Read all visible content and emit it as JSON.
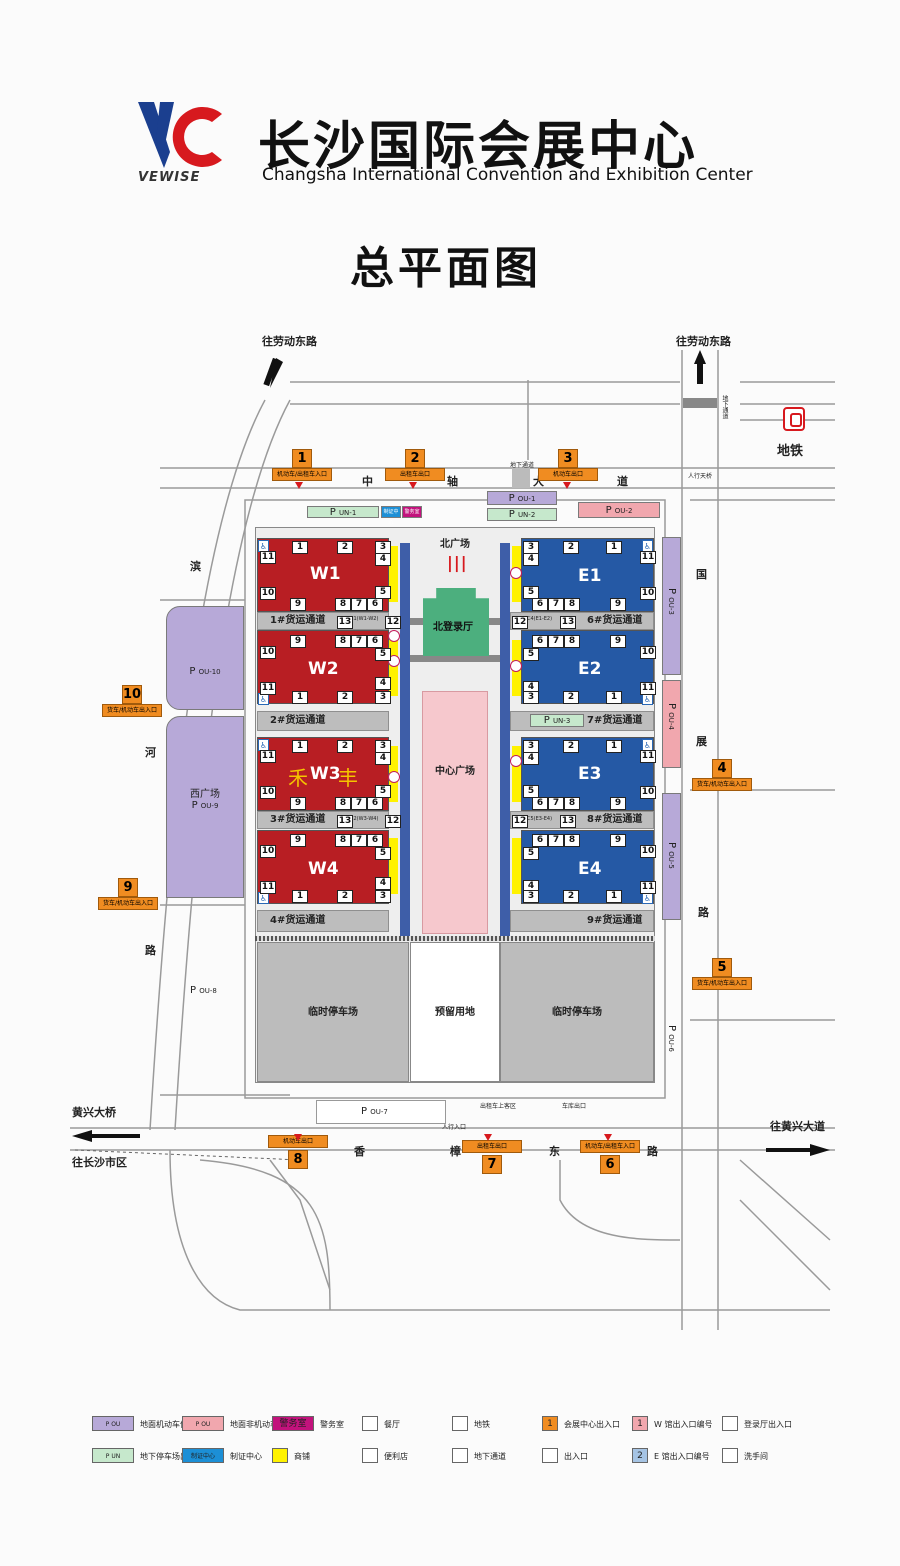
{
  "header": {
    "logo_text": "VEWISE",
    "title_cn": "长沙国际会展中心",
    "title_en": "Changsha International Convention and Exhibition Center",
    "subtitle": "总平面图"
  },
  "roads": {
    "north_left": "往劳动东路",
    "north_right": "往劳动东路",
    "zhongzhou": [
      "中",
      "轴",
      "大",
      "道"
    ],
    "binhe": [
      "滨",
      "河",
      "路"
    ],
    "guozhan": [
      "国",
      "展",
      "路"
    ],
    "xiangzhang": [
      "香",
      "樟",
      "东",
      "路"
    ],
    "huangxing_bridge": "黄兴大桥",
    "to_changsha": "往长沙市区",
    "to_huangxing": "往黄兴大道",
    "underpass": "地下通道",
    "underpass_v": "地下通道",
    "skybridge": "人行天桥",
    "metro": "地铁",
    "taxi_pickup": "出租车上客区",
    "garage_exit": "车库出口",
    "pedestrian_entry": "人行入口"
  },
  "gates": [
    {
      "num": "1",
      "label": "机动车/出租车入口"
    },
    {
      "num": "2",
      "label": "出租车出口"
    },
    {
      "num": "3",
      "label": "机动车出口"
    },
    {
      "num": "4",
      "label": "货车/机动车出入口"
    },
    {
      "num": "5",
      "label": "货车/机动车出入口"
    },
    {
      "num": "6",
      "label": "机动车/出租车入口"
    },
    {
      "num": "7",
      "label": "出租车出口"
    },
    {
      "num": "8",
      "label": "机动车出口"
    },
    {
      "num": "9",
      "label": "货车/机动车出入口"
    },
    {
      "num": "10",
      "label": "货车/机动车出入口"
    }
  ],
  "parking": {
    "pun1": "UN-1",
    "cert_center": "制证中心",
    "police_room": "警务室",
    "pou1": "OU-1",
    "pun2": "UN-2",
    "pou2": "OU-2",
    "pou3": "OU-3",
    "pou4": "OU-4",
    "pun3": "UN-3",
    "pou5": "OU-5",
    "pou6": "OU-6",
    "pou7": "OU-7",
    "pou8": "OU-8",
    "pou9": "OU-9",
    "pou10": "OU-10",
    "p": "P"
  },
  "halls": {
    "w1": "W1",
    "w2": "W2",
    "w3": "W3",
    "w4": "W4",
    "e1": "E1",
    "e2": "E2",
    "e3": "E3",
    "e4": "E4",
    "w3_brand_left": "禾",
    "w3_brand_right": "丰"
  },
  "corridors": {
    "c1": "1#货运通道",
    "c2": "2#货运通道",
    "c3": "3#货运通道",
    "c4": "4#货运通道",
    "c6": "6#货运通道",
    "c7": "7#货运通道",
    "c8": "8#货运通道",
    "c9": "9#货运通道",
    "conn_w12": "C1(W1-W2)",
    "conn_w34": "C2(W3-W4)",
    "conn_e12": "C4(E1-E2)",
    "conn_e34": "C5(E3-E4)"
  },
  "plaza": {
    "north": "北广场",
    "north_hall": "北登录厅",
    "center": "中心广场",
    "west": "西广场",
    "temp_parking_left": "临时停车场",
    "reserved": "预留用地",
    "temp_parking_right": "临时停车场"
  },
  "legend": [
    {
      "swatch": "P OU",
      "text": "地面机动车停车场",
      "color": "#b7a9d8"
    },
    {
      "swatch": "P OU",
      "text": "地面非机动车停车场",
      "color": "#f1a7ae"
    },
    {
      "swatch": "警务室",
      "text": "警务室",
      "color": "#c2127c"
    },
    {
      "swatch": "",
      "text": "餐厅",
      "color": "#ffffff"
    },
    {
      "swatch": "",
      "text": "地铁",
      "color": "#ffffff"
    },
    {
      "swatch": "1",
      "text": "会展中心出入口",
      "color": "#f08c21"
    },
    {
      "swatch": "1",
      "text": "W 馆出入口编号",
      "color": "#f1a7ae"
    },
    {
      "swatch": "",
      "text": "登录厅出入口",
      "color": "#ffffff"
    },
    {
      "swatch": "P UN",
      "text": "地下停车场出入口",
      "color": "#c6e8cc"
    },
    {
      "swatch": "制证中心",
      "text": "制证中心",
      "color": "#1c8fd6"
    },
    {
      "swatch": "",
      "text": "商铺",
      "color": "#fff200"
    },
    {
      "swatch": "",
      "text": "便利店",
      "color": "#ffffff"
    },
    {
      "swatch": "",
      "text": "地下通道",
      "color": "#ffffff"
    },
    {
      "swatch": "",
      "text": "出入口",
      "color": "#ffffff"
    },
    {
      "swatch": "2",
      "text": "E 馆出入口编号",
      "color": "#a6c4e4"
    },
    {
      "swatch": "",
      "text": "洗手间",
      "color": "#ffffff"
    }
  ],
  "hall_gate_numbers": [
    "1",
    "2",
    "3",
    "4",
    "5",
    "6",
    "7",
    "8",
    "9",
    "10",
    "11",
    "12",
    "13"
  ],
  "colors": {
    "red_hall": "#b81e23",
    "blue_hall": "#2559a5",
    "orange_gate": "#f08c21"
  }
}
